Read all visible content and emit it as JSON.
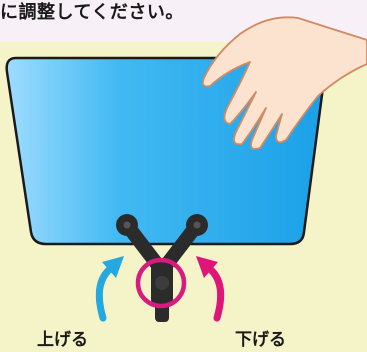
{
  "caption": "に調整してください。",
  "labels": {
    "raise": "上げる",
    "lower": "下げる"
  },
  "colors": {
    "caption_background": "#f7f0f6",
    "panel_background": "#f5f4c8",
    "monitor_gradient_start": "#9fdcff",
    "monitor_gradient_end": "#1aa0e8",
    "monitor_outline": "#1a1a1a",
    "mount_arm": "#2b2b2b",
    "highlight_circle": "#d81b7e",
    "raise_arrow": "#23a8e0",
    "lower_arrow": "#e0157a",
    "hand_fill": "#fbe3cf",
    "hand_outline": "#d08a64"
  },
  "icons": {
    "monitor": "monitor-screen",
    "mount": "monitor-arm-mount",
    "hand": "hand-icon",
    "raise_arrow": "curved-arrow-counterclockwise",
    "lower_arrow": "curved-arrow-clockwise"
  }
}
